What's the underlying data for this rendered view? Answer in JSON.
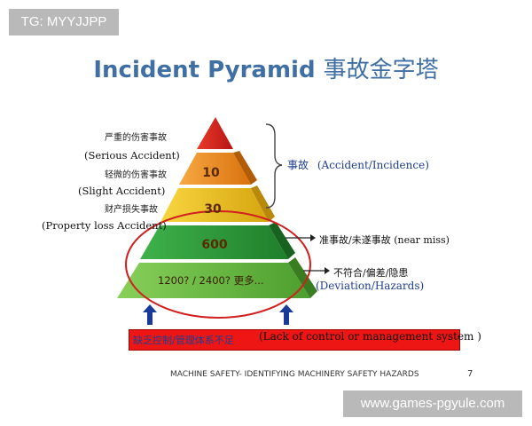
{
  "watermark_top": "TG: MYYJJPP",
  "watermark_bottom": "www.games-pgyule.com",
  "title": {
    "en": "Incident Pyramid",
    "zh": "事故金字塔"
  },
  "levels": [
    {
      "zh_label": "严重的伤害事故",
      "en_label": "(Serious Accident)",
      "value": ""
    },
    {
      "zh_label": "轻微的伤害事故",
      "en_label": "(Slight Accident)",
      "value": "10"
    },
    {
      "zh_label": "财产损失事故",
      "en_label": "(Property loss Accident)",
      "value": "30"
    },
    {
      "value": "600"
    },
    {
      "value": "1200? / 2400? 更多..."
    }
  ],
  "right_labels": {
    "accident_zh": "事故",
    "accident_en": "(Accident/Incidence)",
    "near_miss": "准事故/未遂事故 (near miss)",
    "deviation_zh": "不符合/偏差/隐患",
    "deviation_en": "(Deviation/Hazards)"
  },
  "bottom": {
    "zh": "缺乏控制/管理体系不足",
    "en": "(Lack of control or management system )"
  },
  "footer": {
    "text": "MACHINE SAFETY- IDENTIFYING MACHINERY SAFETY HAZARDS",
    "page": "7"
  },
  "colors": {
    "title": "#3f6fa3",
    "tier_red": "#d81f1f",
    "tier_orange": "#f28c1e",
    "tier_yellow": "#f3c21a",
    "tier_green": "#2e9a3a",
    "tier_lightgreen": "#6bbf3f",
    "ellipse": "#d02020",
    "arrow": "#1a3a9a"
  }
}
